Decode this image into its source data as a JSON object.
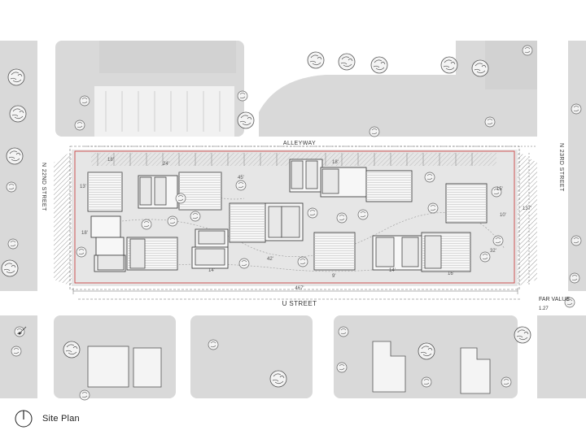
{
  "streets": {
    "west": "N 22ND STREET",
    "east": "N 23RD STREET",
    "south": "U STREET",
    "north": "ALLEYWAY"
  },
  "far": {
    "label": "FAR VALUE",
    "value": "1.27"
  },
  "dimensions": {
    "overall_length": "467'",
    "depth": "137'",
    "d_18_nw": "18'",
    "d_24": "24'",
    "d_18_n": "18'",
    "d_13": "13'",
    "d_18_w": "18'",
    "d_45": "45'",
    "d_15": "15'",
    "d_10": "10'",
    "d_42": "42'",
    "d_32": "32'",
    "d_14a": "14'",
    "d_14b": "14'",
    "d_16": "16'",
    "d_9": "9'"
  },
  "footer": {
    "title": "Site Plan"
  }
}
